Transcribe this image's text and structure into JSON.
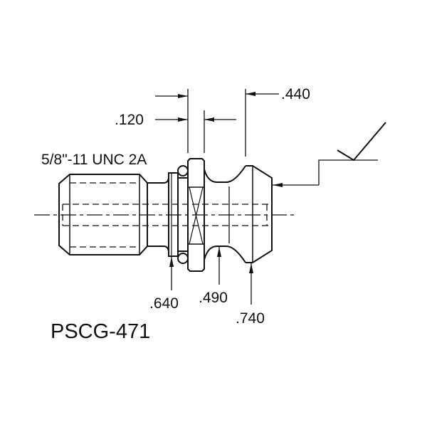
{
  "part_number": "PSCG-471",
  "thread_spec": "5/8\"-11 UNC 2A",
  "dimensions": {
    "flange_width": ".120",
    "head_length": ".440",
    "collar_diameter": ".640",
    "neck_diameter": ".490",
    "head_diameter": ".740"
  },
  "colors": {
    "line": "#111111",
    "background": "#ffffff"
  }
}
